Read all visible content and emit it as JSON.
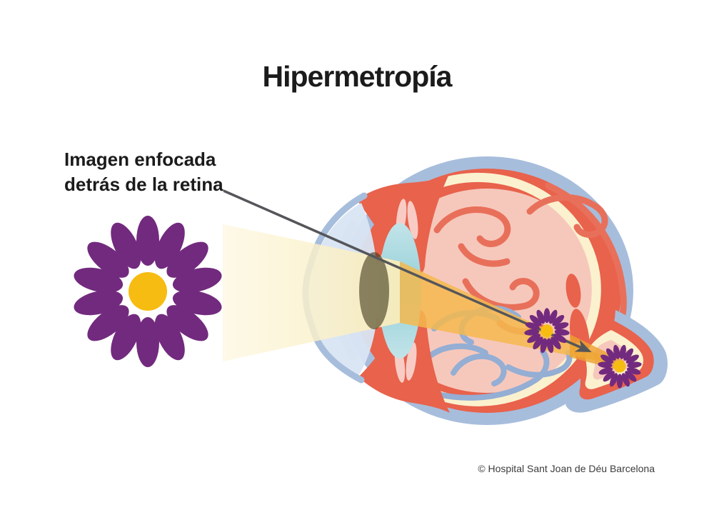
{
  "title": "Hipermetropía",
  "annotation": {
    "line1": "Imagen enfocada",
    "line2": "detrás de la retina"
  },
  "credit": "© Hospital Sant Joan de Déu Barcelona",
  "colors": {
    "text": "#1b1b1b",
    "credit": "#3c3c3b",
    "purple": "#722a7e",
    "gold": "#f7bc11",
    "sclera": "#a7bddc",
    "choroid": "#e8624c",
    "cream": "#fbf1ce",
    "pink": "#f6c8bc",
    "vred": "#e8705a",
    "vblue": "#94aed4",
    "cornea": "#d9e5f3",
    "lens": "#9dd3db",
    "lenslight": "#c2e4e9",
    "pupil": "#3e3719",
    "beampale": "#f9ecba",
    "beampalelight": "#fdf7de",
    "beamorange": "#f5b94e",
    "beamdeep": "#eda12f",
    "arrow": "#55565a",
    "bg": "#ffffff"
  }
}
